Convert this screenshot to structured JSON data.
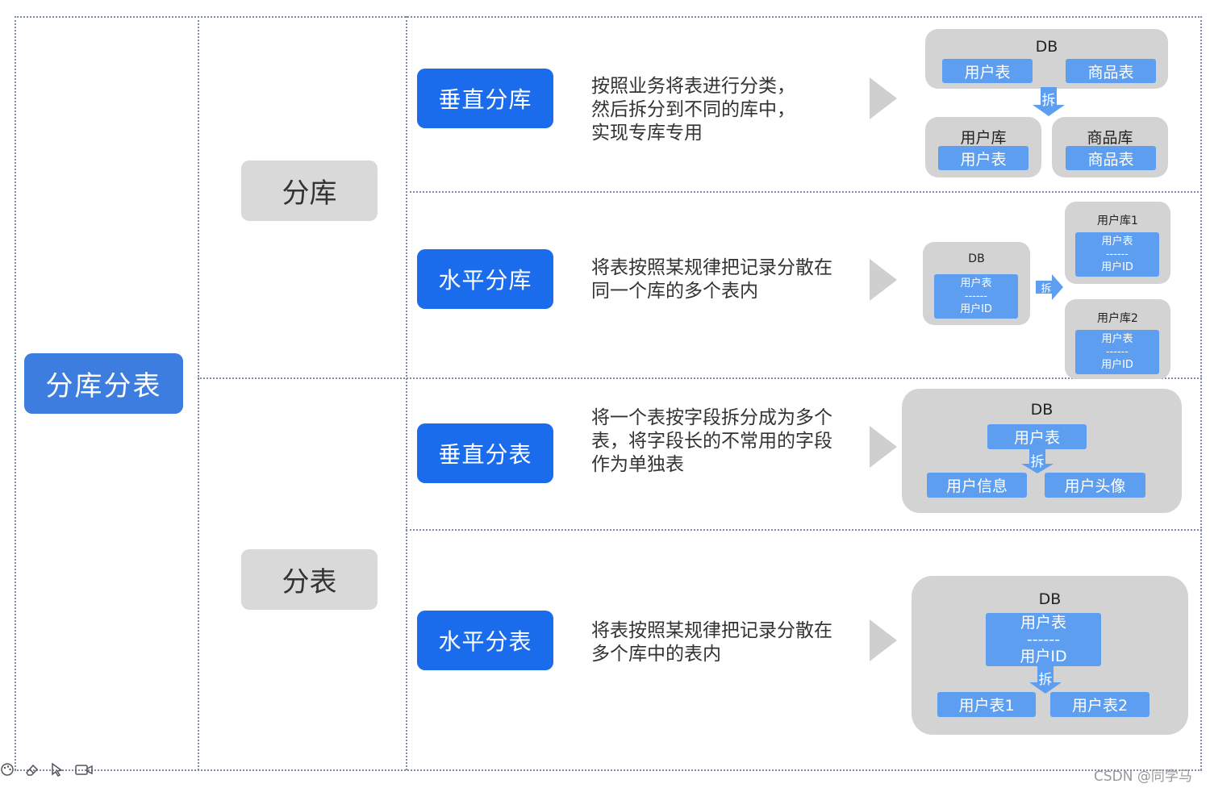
{
  "root": {
    "label": "分库分表"
  },
  "categories": {
    "db": {
      "label": "分库"
    },
    "table": {
      "label": "分表"
    }
  },
  "rows": [
    {
      "type": "垂直分库",
      "desc": "按照业务将表进行分类，\n然后拆分到不同的库中，\n实现专库专用",
      "diagram": {
        "db": "DB",
        "t1": "用户表",
        "t2": "商品表",
        "split": "拆",
        "lib1": "用户库",
        "lib1_t": "用户表",
        "lib2": "商品库",
        "lib2_t": "商品表"
      }
    },
    {
      "type": "水平分库",
      "desc": "将表按照某规律把记录分散在\n同一个库的多个表内",
      "diagram": {
        "db": "DB",
        "t": "用户表",
        "dash": "------",
        "id": "用户ID",
        "split": "拆",
        "lib1": "用户库1",
        "lib2": "用户库2"
      }
    },
    {
      "type": "垂直分表",
      "desc": "将一个表按字段拆分成为多个\n表，将字段长的不常用的字段\n作为单独表",
      "diagram": {
        "db": "DB",
        "t": "用户表",
        "split": "拆",
        "c1": "用户信息",
        "c2": "用户头像"
      }
    },
    {
      "type": "水平分表",
      "desc": "将表按照某规律把记录分散在\n多个库中的表内",
      "diagram": {
        "db": "DB",
        "t": "用户表",
        "dash": "------",
        "id": "用户ID",
        "split": "拆",
        "c1": "用户表1",
        "c2": "用户表2"
      }
    }
  ],
  "watermark": "CSDN @同学马",
  "toolbar": {
    "icons": [
      "palette-icon",
      "eraser-icon",
      "pointer-icon",
      "camera-icon"
    ]
  }
}
